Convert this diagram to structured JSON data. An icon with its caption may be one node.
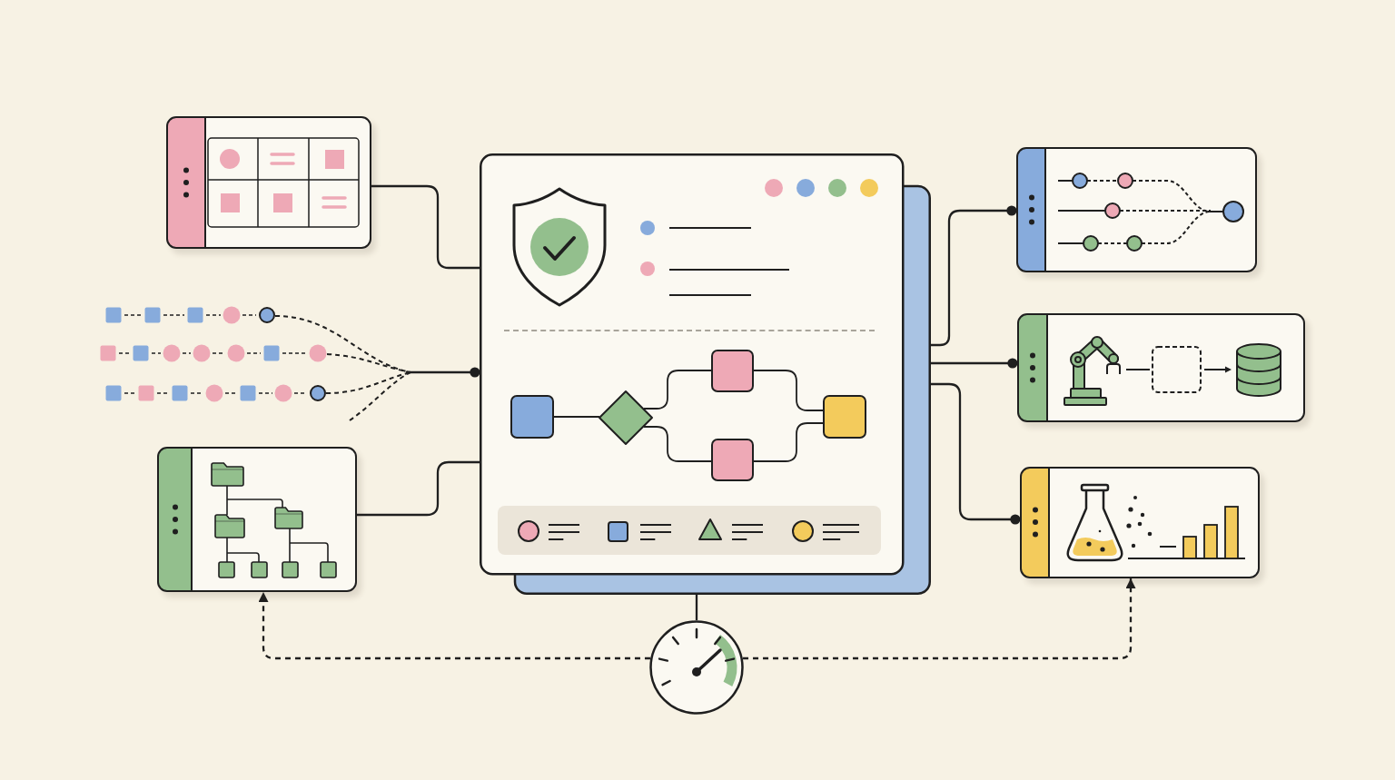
{
  "diagram": {
    "nodes": [
      {
        "text": [],
        "shape": "box"
      },
      {
        "text": [],
        "shape": "picture"
      },
      {
        "text": [],
        "shape": "box"
      },
      {
        "text": [],
        "shape": "box"
      },
      {
        "text": [],
        "shape": "box",
        "in": 3
      },
      {
        "text": [],
        "shape": "diamond",
        "in": 3
      },
      {
        "text": [],
        "shape": "box",
        "in": 3
      },
      {
        "text": [],
        "shape": "box",
        "in": 3
      },
      {
        "text": [],
        "shape": "box",
        "in": 3
      },
      {
        "text": [],
        "shape": "box"
      },
      {
        "text": [],
        "shape": "box"
      },
      {
        "text": [],
        "shape": "box"
      },
      {
        "text": [],
        "shape": "circle"
      }
    ],
    "edges": [
      {
        "from": 0,
        "to": 3,
        "arrow": "none"
      },
      {
        "from": 1,
        "to": 3,
        "arrow": "other"
      },
      {
        "from": 2,
        "to": 3,
        "arrow": "none"
      },
      {
        "from": 4,
        "to": 5,
        "arrow": "none"
      },
      {
        "from": 5,
        "to": 6,
        "arrow": "none"
      },
      {
        "from": 5,
        "to": 7,
        "arrow": "none"
      },
      {
        "from": 6,
        "to": 8,
        "arrow": "none"
      },
      {
        "from": 7,
        "to": 8,
        "arrow": "none"
      },
      {
        "from": 3,
        "to": 9,
        "arrow": "other"
      },
      {
        "from": 3,
        "to": 10,
        "arrow": "other"
      },
      {
        "from": 3,
        "to": 11,
        "arrow": "other"
      },
      {
        "from": 12,
        "to": 3,
        "arrow": "none"
      },
      {
        "from": 12,
        "to": 2,
        "arrow": "to",
        "style": "dashed"
      },
      {
        "from": 12,
        "to": 11,
        "arrow": "to",
        "style": "dashed"
      }
    ]
  }
}
